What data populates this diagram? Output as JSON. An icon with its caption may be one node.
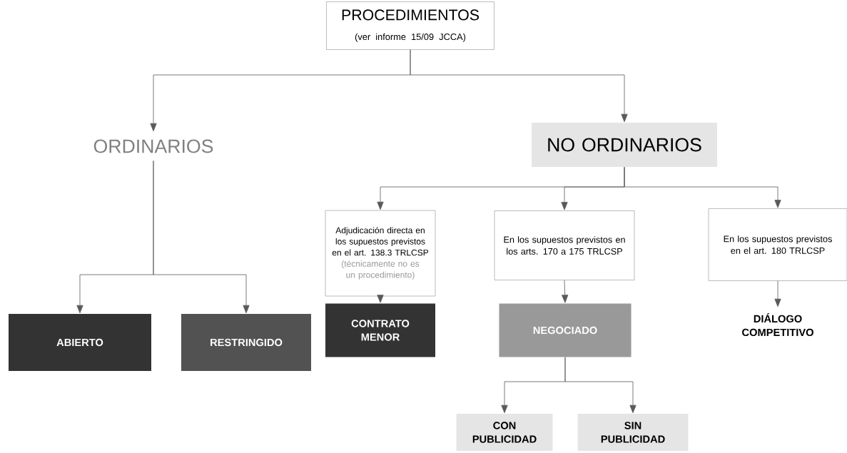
{
  "diagram": {
    "nodes": [
      {
        "text": [
          "PROCEDIMIENTOS",
          "(ver informe 15/09 JCCA)"
        ]
      },
      {
        "text": [
          "ORDINARIOS"
        ]
      },
      {
        "text": [
          "NO ORDINARIOS"
        ]
      },
      {
        "text": [
          "ABIERTO"
        ]
      },
      {
        "text": [
          "RESTRINGIDO"
        ]
      },
      {
        "text": [
          "Adjudicación directa en los supuestos previstos en el art. 138.3 TRLCSP",
          "(técnicamente no es un procedimiento)"
        ]
      },
      {
        "text": [
          "CONTRATO MENOR"
        ]
      },
      {
        "text": [
          "En los supuestos previstos en los arts. 170 a 175 TRLCSP"
        ]
      },
      {
        "text": [
          "NEGOCIADO"
        ]
      },
      {
        "text": [
          "CON PUBLICIDAD"
        ]
      },
      {
        "text": [
          "SIN PUBLICIDAD"
        ]
      },
      {
        "text": [
          "En los supuestos previstos en el art. 180 TRLCSP"
        ]
      },
      {
        "text": [
          "DIÁLOGO COMPETITIVO"
        ]
      }
    ],
    "edges": [
      {
        "from": 0,
        "to": 1,
        "arrow": "to"
      },
      {
        "from": 0,
        "to": 2,
        "arrow": "to"
      },
      {
        "from": 1,
        "to": 3,
        "arrow": "to"
      },
      {
        "from": 1,
        "to": 4,
        "arrow": "to"
      },
      {
        "from": 2,
        "to": 5,
        "arrow": "to"
      },
      {
        "from": 2,
        "to": 7,
        "arrow": "to"
      },
      {
        "from": 2,
        "to": 11,
        "arrow": "to"
      },
      {
        "from": 5,
        "to": 6,
        "arrow": "to"
      },
      {
        "from": 7,
        "to": 8,
        "arrow": "to"
      },
      {
        "from": 11,
        "to": 12,
        "arrow": "to"
      },
      {
        "from": 8,
        "to": 9,
        "arrow": "to"
      },
      {
        "from": 8,
        "to": 10,
        "arrow": "to"
      }
    ]
  }
}
